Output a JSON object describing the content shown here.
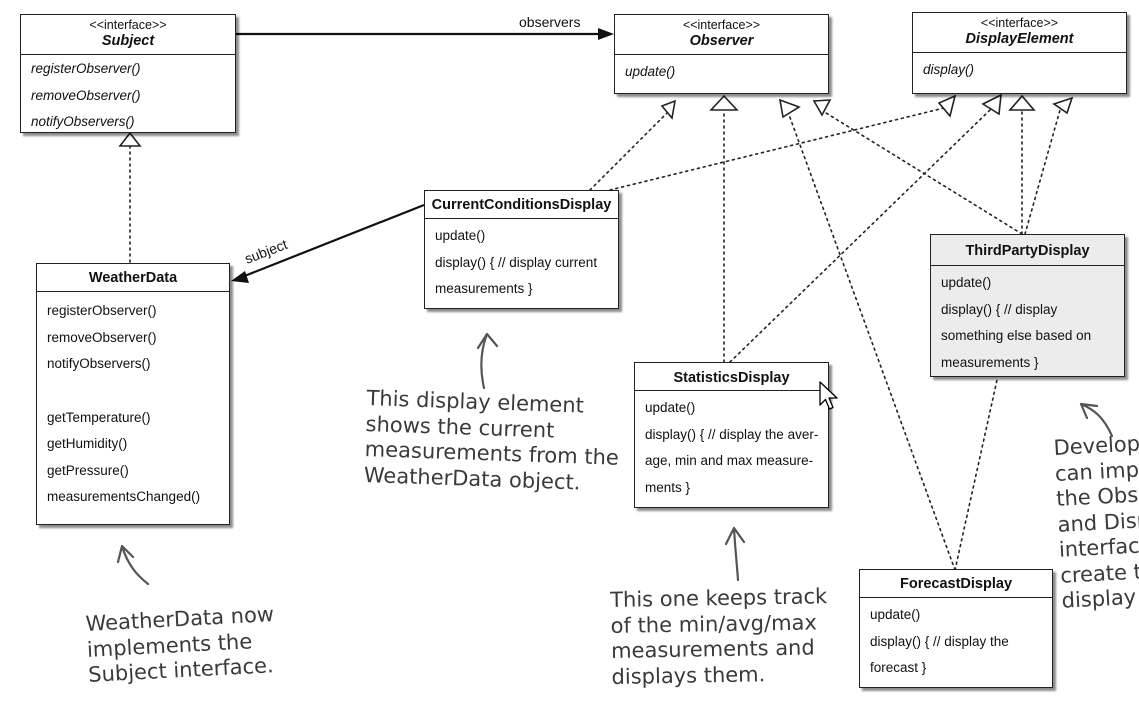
{
  "labels": {
    "observers": "observers",
    "subject": "subject"
  },
  "classes": [
    {
      "key": "subject",
      "stereotype": "<<interface>>",
      "name": "Subject",
      "ops": [
        "registerObserver()",
        "removeObserver()",
        "notifyObservers()"
      ]
    },
    {
      "key": "observer",
      "stereotype": "<<interface>>",
      "name": "Observer",
      "ops": [
        "update()"
      ]
    },
    {
      "key": "displayElement",
      "stereotype": "<<interface>>",
      "name": "DisplayElement",
      "ops": [
        "display()"
      ]
    },
    {
      "key": "weatherData",
      "name": "WeatherData",
      "ops": [
        "registerObserver()",
        "removeObserver()",
        "notifyObservers()",
        "getTemperature()",
        "getHumidity()",
        "getPressure()",
        "measurementsChanged()"
      ]
    },
    {
      "key": "currentConditions",
      "name": "CurrentConditionsDisplay",
      "ops": [
        "update()",
        "display() { // display current",
        "measurements }"
      ]
    },
    {
      "key": "statistics",
      "name": "StatisticsDisplay",
      "ops": [
        "update()",
        "display() { // display the aver-",
        "age, min and max measure-",
        "ments }"
      ]
    },
    {
      "key": "thirdParty",
      "name": "ThirdPartyDisplay",
      "ops": [
        "update()",
        "display() { // display",
        "something else based on",
        "measurements }"
      ]
    },
    {
      "key": "forecast",
      "name": "ForecastDisplay",
      "ops": [
        "update()",
        "display() { // display the",
        "forecast }"
      ]
    }
  ],
  "notes": {
    "current": [
      "This display element",
      "shows the current",
      "measurements from the",
      "WeatherData object."
    ],
    "weather": [
      "WeatherData now",
      "implements the",
      "Subject interface."
    ],
    "stats": [
      "This one keeps track",
      "of the min/avg/max",
      "measurements and",
      "displays them."
    ],
    "developers": [
      "Developers",
      "can implement",
      "the Observer",
      "and Display",
      "interfaces to",
      "create their own",
      "display element."
    ]
  }
}
